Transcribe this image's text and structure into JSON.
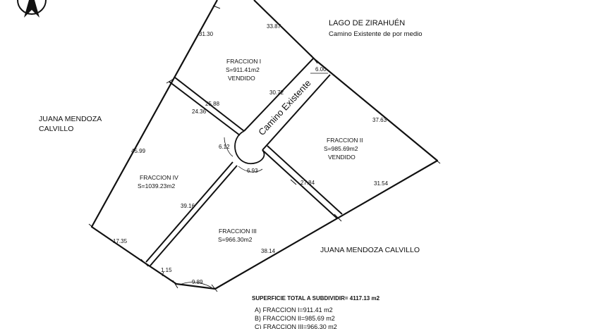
{
  "header": {
    "lake": "LAGO DE ZIRAHUÉN",
    "road_note": "Camino Existente de por medio"
  },
  "neighbors": {
    "west_line1": "JUANA MENDOZA",
    "west_line2": "CALVILLO",
    "south": "JUANA MENDOZA CALVILLO"
  },
  "road_label": "Camino Existente",
  "fractions": {
    "f1": {
      "name": "FRACCION  I",
      "area": "S=911.41m2",
      "status": "VENDIDO"
    },
    "f2": {
      "name": "FRACCION  II",
      "area": "S=985.69m2",
      "status": "VENDIDO"
    },
    "f3": {
      "name": "FRACCION  III",
      "area": "S=966.30m2"
    },
    "f4": {
      "name": "FRACCION  IV",
      "area": "S=1039.23m2"
    }
  },
  "measurements": {
    "m1": "31.30",
    "m2": "33.87",
    "m3": "6.00",
    "m4": "30.72",
    "m5": "25.88",
    "m6": "24.36",
    "m7": "37.63",
    "m8": "45.99",
    "m9": "6.12",
    "m10": "6.93",
    "m11": "27.84",
    "m12": "31.54",
    "m13": "39.16",
    "m14": "17.35",
    "m15": "38.14",
    "m16": "1.15",
    "m17": "9.89"
  },
  "summary": {
    "total": "SUPERFICIE TOTAL A SUBDIVIDIR= 4117.13 m2",
    "items": [
      "A)   FRACCION  I=911.41 m2",
      "B)   FRACCION  II=985.69 m2",
      "C)   FRACCION  III=966.30 m2"
    ]
  },
  "north_arrow_icon": "north-arrow-icon"
}
